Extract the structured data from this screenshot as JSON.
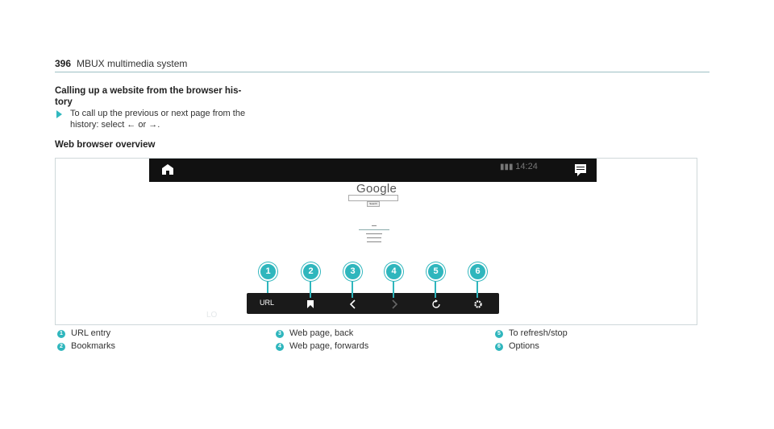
{
  "header": {
    "page_number": "396",
    "title": "MBUX multimedia system"
  },
  "section": {
    "heading": "Calling up a website from the browser his-\ntory",
    "step": "To call up the previous or next page from the\nhistory: select ← or →.",
    "overview_heading": "Web browser overview"
  },
  "screen": {
    "status_time": "14:24",
    "google_logo": "Google",
    "search_button": "Search",
    "toolbar_url": "URL",
    "watermark": "LO"
  },
  "callouts": [
    "1",
    "2",
    "3",
    "4",
    "5",
    "6"
  ],
  "legend": [
    {
      "num": "1",
      "text": "URL entry"
    },
    {
      "num": "2",
      "text": "Bookmarks"
    },
    {
      "num": "3",
      "text": "Web page, back"
    },
    {
      "num": "4",
      "text": "Web page, forwards"
    },
    {
      "num": "5",
      "text": "To refresh/stop"
    },
    {
      "num": "6",
      "text": "Options"
    }
  ],
  "colors": {
    "accent": "#2fb6bd",
    "toolbar": "#1a1a1a",
    "screen_bar": "#111111"
  }
}
